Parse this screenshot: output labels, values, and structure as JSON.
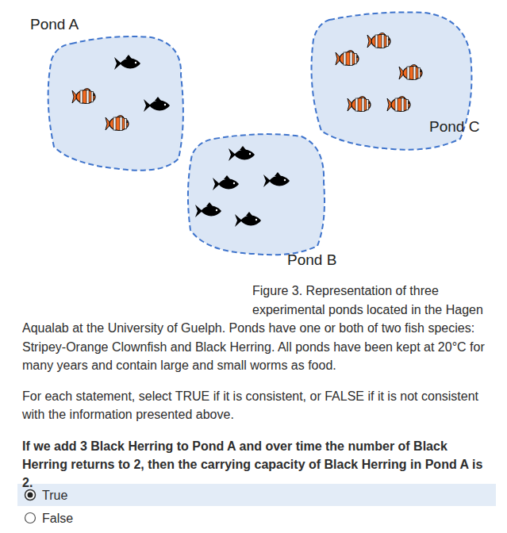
{
  "diagram": {
    "caption": "Figure 3. Representation of three experimental ponds located in the Hagen Aqualab at the University of Guelph. Ponds have one or both of two fish species: Stripey-Orange Clownfish and Black Herring. All ponds have been kept at 20°C for many years and contain large and small worms as food.",
    "nodes": [
      {
        "text": [
          "Pond A"
        ]
      },
      {
        "text": [
          "Pond B"
        ]
      },
      {
        "text": [
          "Pond C"
        ]
      }
    ],
    "labels": [
      "For each statement, select TRUE if it is consistent, or FALSE if it is not consistent with the information presented above.",
      "If we add 3 Black Herring to Pond A and over time the number of Black Herring returns to 2, then the carrying capacity of Black Herring in Pond A is 2.",
      "True",
      "False"
    ]
  }
}
